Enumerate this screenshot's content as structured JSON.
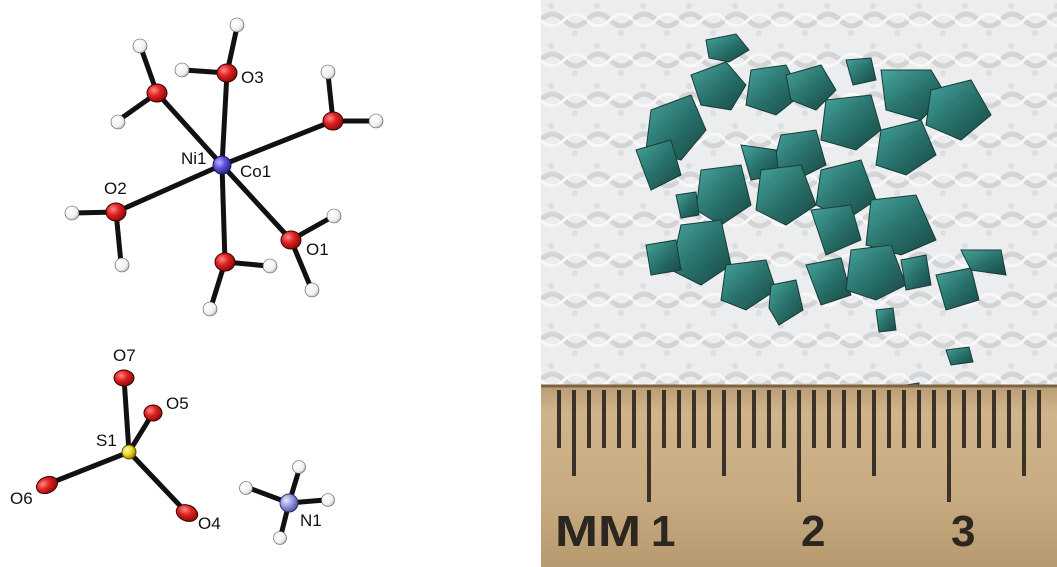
{
  "labels": {
    "O3": "O3",
    "Ni1": "Ni1",
    "Co1": "Co1",
    "O2": "O2",
    "O1": "O1",
    "O7": "O7",
    "O5": "O5",
    "S1": "S1",
    "O6": "O6",
    "O4": "O4",
    "N1": "N1"
  },
  "ruler": {
    "unit": "MM",
    "n1": "1",
    "n2": "2",
    "n3": "3"
  },
  "colors": {
    "oxygen": "#d81e1e",
    "metal": "#5a4fd6",
    "sulfur": "#e6d21e",
    "nitrogen": "#8f93d8",
    "hydrogen": "#ffffff",
    "crystal": "#1f6d66",
    "ruler_wood": "#c9b089"
  }
}
